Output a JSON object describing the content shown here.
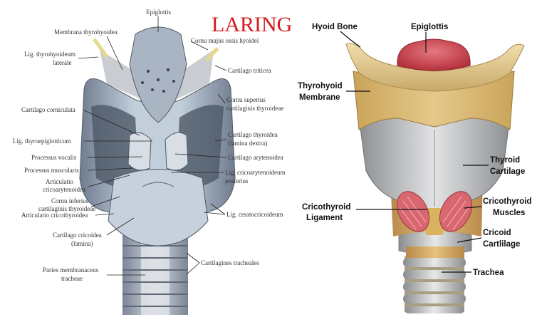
{
  "title": "LARING",
  "left_labels": {
    "epiglottis": "Epiglottis",
    "membrana_thyrohyoidea": "Membrana thyrohyoidea",
    "cornu_majus": "Cornu majus ossis hyoidei",
    "lig_thyrohyoideum_1": "Lig. thyrohyoideum",
    "lig_thyrohyoideum_2": "laterale",
    "cartilago_triticea": "Cartilago triticea",
    "cartilago_corniculata": "Cartilago corniculata",
    "cornu_superius_1": "Cornu superius",
    "cornu_superius_2": "cartilaginis thyroideae",
    "lig_thyroepiglotticum": "Lig. thyroepiglotticum",
    "cartilago_thyroidea_1": "Cartilago thyroidea",
    "cartilago_thyroidea_2": "(lamina dextra)",
    "processus_vocalis": "Processus vocalis",
    "cartilago_arytenoidea": "Cartilago arytenoidea",
    "processus_muscularis": "Processus muscularis",
    "lig_cricoarytenoideum_1": "Lig. cricoarytenoideum",
    "lig_cricoarytenoideum_2": "posterius",
    "articulatio_cricoarytenoidea_1": "Articulatio",
    "articulatio_cricoarytenoidea_2": "cricoarytenoidea",
    "cornu_inferius_1": "Cornu inferius",
    "cornu_inferius_2": "cartilaginis thyroideae",
    "articulatio_cricothyroidea": "Articulatio cricothyroidea",
    "lig_ceratocricoideum": "Lig. ceratocricoideum",
    "cartilago_cricoidea_1": "Cartilago cricoidea",
    "cartilago_cricoidea_2": "(lamina)",
    "cartilagines_tracheales": "Cartilagines tracheales",
    "paries_membranaceus_1": "Paries membranaceus",
    "paries_membranaceus_2": "tracheae"
  },
  "right_labels": {
    "hyoid_bone": "Hyoid Bone",
    "epiglottis": "Epiglottis",
    "thyrohyoid_1": "Thyrohyoid",
    "thyrohyoid_2": "Membrane",
    "thyroid_1": "Thyroid",
    "thyroid_2": "Cartilage",
    "cricothyroid_lig_1": "Cricothyroid",
    "cricothyroid_lig_2": "Ligament",
    "cricothyroid_mus_1": "Cricothyroid",
    "cricothyroid_mus_2": "Muscles",
    "cricoid_1": "Cricoid",
    "cricoid_2": "Cartlilage",
    "trachea": "Trachea"
  },
  "colors": {
    "title": "#d7191c",
    "left_cartilage": "#b8c4d2",
    "left_shadow": "#5c6878",
    "hyoid": "#e6cf95",
    "epiglottis_right": "#cf4b55",
    "thyroid_right": "#c4c6c8",
    "muscle": "#d86a72"
  }
}
